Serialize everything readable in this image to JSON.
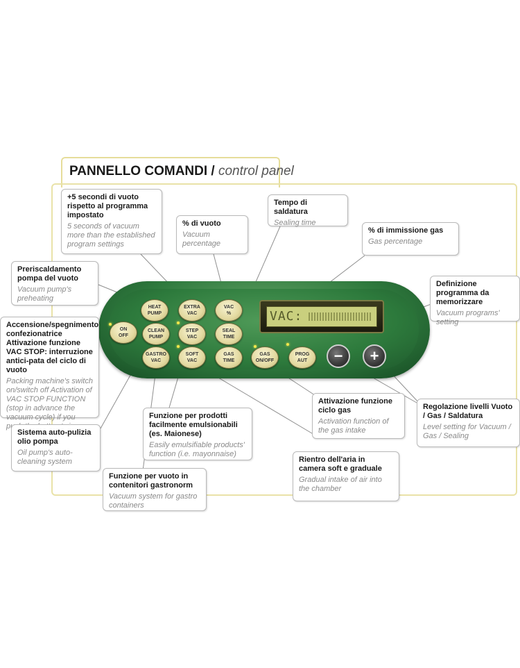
{
  "title": {
    "it": "PANNELLO COMANDI /",
    "en": "control panel"
  },
  "display": {
    "text": "VAC:"
  },
  "buttons": [
    {
      "name": "heat-pump-button",
      "l1": "HEAT",
      "l2": "PUMP"
    },
    {
      "name": "extra-vac-button",
      "l1": "EXTRA",
      "l2": "VAC"
    },
    {
      "name": "vac-percent-button",
      "l1": "VAC",
      "l2": "%"
    },
    {
      "name": "on-off-button",
      "l1": "ON",
      "l2": "OFF"
    },
    {
      "name": "clean-pump-button",
      "l1": "CLEAN",
      "l2": "PUMP"
    },
    {
      "name": "step-vac-button",
      "l1": "STEP",
      "l2": "VAC"
    },
    {
      "name": "seal-time-button",
      "l1": "SEAL",
      "l2": "TIME"
    },
    {
      "name": "gastro-vac-button",
      "l1": "GASTRO",
      "l2": "VAC"
    },
    {
      "name": "soft-vac-button",
      "l1": "SOFT",
      "l2": "VAC"
    },
    {
      "name": "gas-time-button",
      "l1": "GAS",
      "l2": "TIME"
    },
    {
      "name": "gas-on-off-button",
      "l1": "GAS",
      "l2": "ON/OFF"
    },
    {
      "name": "prog-aut-button",
      "l1": "PROG",
      "l2": "AUT"
    }
  ],
  "minus_label": "−",
  "plus_label": "+",
  "callouts": {
    "extra_vac": {
      "it": "+5 secondi di vuoto rispetto al programma impostato",
      "en": "5 seconds of vacuum more than the established program settings"
    },
    "vac_percent": {
      "it": "% di vuoto",
      "en": "Vacuum percentage"
    },
    "seal_time": {
      "it": "Tempo di saldatura",
      "en": "Sealing time"
    },
    "gas_percent": {
      "it": "% di immissione gas",
      "en": "Gas percentage"
    },
    "heat_pump": {
      "it": "Preriscaldamento pompa del vuoto",
      "en": "Vacuum pump's preheating"
    },
    "prog_aut": {
      "it": "Definizione programma da memorizzare",
      "en": "Vacuum programs' setting"
    },
    "on_off": {
      "it": "Accensione/spegnimento confezionatrice Attivazione funzione VAC STOP: interruzione antici-pata del ciclo di vuoto",
      "en": "Packing machine's switch on/switch off Activation of VAC STOP FUNCTION (stop in advance the vacuum cycle) if you push the button twice"
    },
    "clean_pump": {
      "it": "Sistema auto-pulizia olio pompa",
      "en": "Oil pump's auto-cleaning system"
    },
    "step_vac": {
      "it": "Funzione per prodotti facilmente emulsionabili (es. Maionese)",
      "en": "Easily emulsifiable products' function (i.e. mayonnaise)"
    },
    "gas_on_off": {
      "it": "Attivazione funzione ciclo gas",
      "en": "Activation function of the gas intake"
    },
    "levels": {
      "it": "Regolazione livelli Vuoto / Gas / Saldatura",
      "en": "Level setting for Vacuum / Gas / Sealing"
    },
    "soft_vac": {
      "it": "Rientro dell'aria in camera soft e graduale",
      "en": "Gradual intake of air into the chamber"
    },
    "gastro_vac": {
      "it": "Funzione per vuoto in contenitori gastronorm",
      "en": "Vacuum system for gastro containers"
    }
  }
}
